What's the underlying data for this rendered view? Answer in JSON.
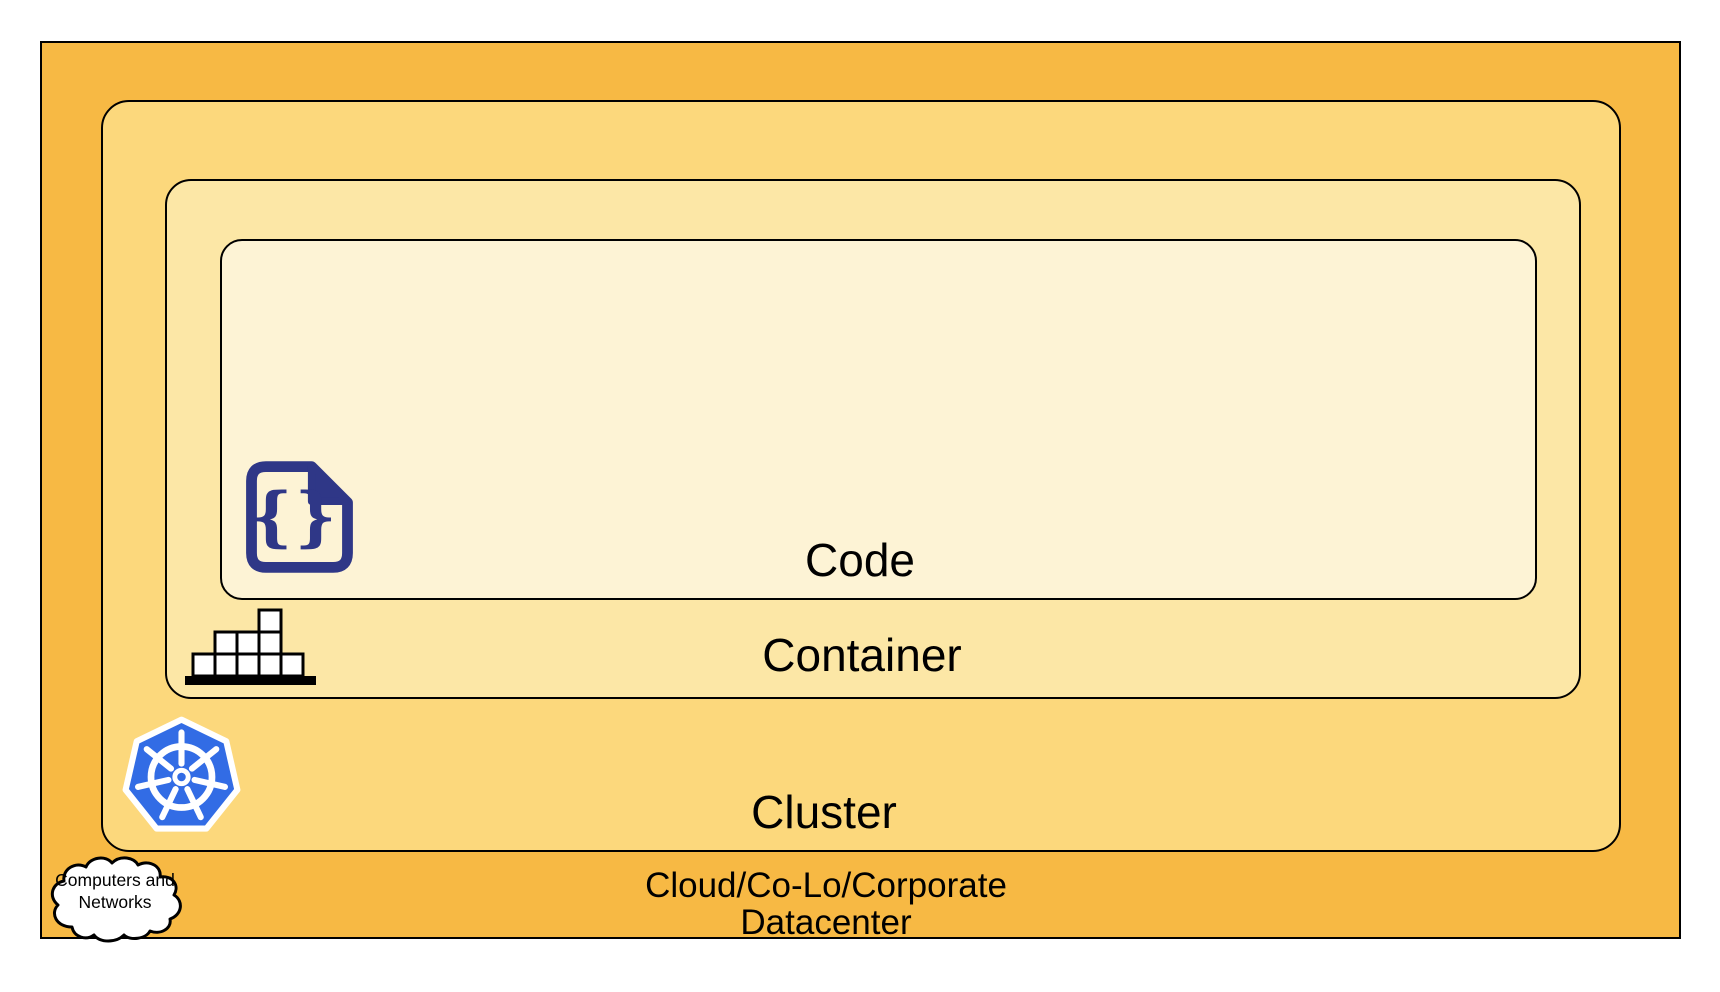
{
  "layers": {
    "code": {
      "label": "Code",
      "fill": "#FDF3D5"
    },
    "container": {
      "label": "Container",
      "fill": "#FCE7A6"
    },
    "cluster": {
      "label": "Cluster",
      "fill": "#FCD87C"
    },
    "datacenter": {
      "label_line1": "Cloud/Co-Lo/Corporate",
      "label_line2": "Datacenter",
      "fill": "#F7B944"
    }
  },
  "cloud_callout": {
    "line1": "Computers and",
    "line2": "Networks"
  },
  "icons": {
    "code_file": {
      "name": "code-file-icon",
      "color": "#2F3787",
      "glyph": "{}"
    },
    "container_stack": {
      "name": "container-stack-icon",
      "color": "#000000"
    },
    "kubernetes": {
      "name": "kubernetes-icon",
      "color": "#326CE5"
    },
    "cloud": {
      "name": "cloud-icon",
      "fill": "#FFFFFF",
      "outline": "#000000"
    }
  },
  "style": {
    "border_color": "#000000",
    "background_color": "#FFFFFF",
    "label_color": "#000000"
  }
}
